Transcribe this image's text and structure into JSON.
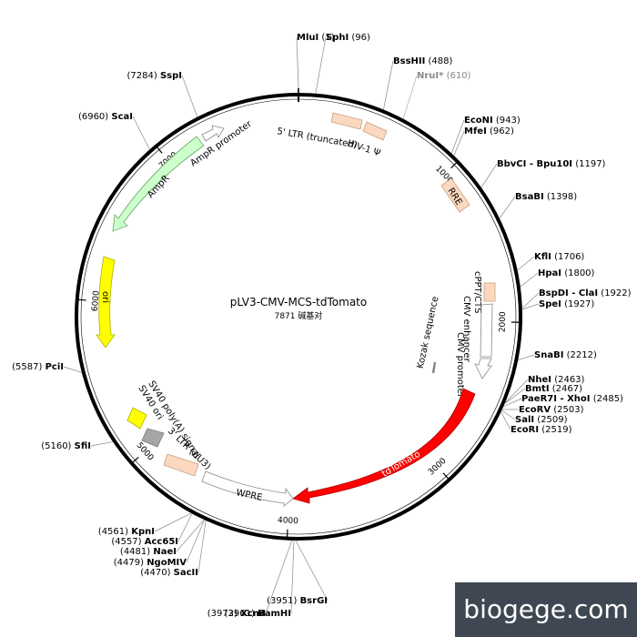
{
  "plasmid": {
    "name": "pLV3-CMV-MCS-tdTomato",
    "size_text": "7871 碱基对",
    "length": 7871
  },
  "ticks": [
    {
      "pos": 1000,
      "label": "1000"
    },
    {
      "pos": 2000,
      "label": "2000"
    },
    {
      "pos": 3000,
      "label": "3000"
    },
    {
      "pos": 4000,
      "label": "4000"
    },
    {
      "pos": 5000,
      "label": "5000"
    },
    {
      "pos": 6000,
      "label": "6000"
    },
    {
      "pos": 7000,
      "label": "7000"
    }
  ],
  "sites": [
    {
      "name": "MluI",
      "pos_text": "(1)",
      "pos": 1,
      "color": "#000000"
    },
    {
      "name": "SphI",
      "pos_text": "(96)",
      "pos": 96,
      "color": "#000000"
    },
    {
      "name": "BssHII",
      "pos_text": "(488)",
      "pos": 488,
      "color": "#000000"
    },
    {
      "name": "NruI*",
      "pos_text": "(610)",
      "pos": 610,
      "color": "#888888"
    },
    {
      "name": "EcoNI",
      "pos_text": "(943)",
      "pos": 943,
      "color": "#000000"
    },
    {
      "name": "MfeI",
      "pos_text": "(962)",
      "pos": 962,
      "color": "#000000"
    },
    {
      "name": "BbvCI - Bpu10I",
      "pos_text": "(1197)",
      "pos": 1197,
      "color": "#000000"
    },
    {
      "name": "BsaBI",
      "pos_text": "(1398)",
      "pos": 1398,
      "color": "#000000"
    },
    {
      "name": "KflI",
      "pos_text": "(1706)",
      "pos": 1706,
      "color": "#000000"
    },
    {
      "name": "HpaI",
      "pos_text": "(1800)",
      "pos": 1800,
      "color": "#000000"
    },
    {
      "name": "BspDI - ClaI",
      "pos_text": "(1922)",
      "pos": 1922,
      "color": "#000000"
    },
    {
      "name": "SpeI",
      "pos_text": "(1927)",
      "pos": 1927,
      "color": "#000000"
    },
    {
      "name": "SnaBI",
      "pos_text": "(2212)",
      "pos": 2212,
      "color": "#000000"
    },
    {
      "name": "NheI",
      "pos_text": "(2463)",
      "pos": 2463,
      "color": "#000000"
    },
    {
      "name": "BmtI",
      "pos_text": "(2467)",
      "pos": 2467,
      "color": "#000000"
    },
    {
      "name": "PaeR7I - XhoI",
      "pos_text": "(2485)",
      "pos": 2485,
      "color": "#000000"
    },
    {
      "name": "EcoRV",
      "pos_text": "(2503)",
      "pos": 2503,
      "color": "#000000"
    },
    {
      "name": "SalI",
      "pos_text": "(2509)",
      "pos": 2509,
      "color": "#000000"
    },
    {
      "name": "EcoRI",
      "pos_text": "(2519)",
      "pos": 2519,
      "color": "#000000"
    },
    {
      "name": "BsrGI",
      "pos_text": "(3951)",
      "pos": 3951,
      "color": "#000000"
    },
    {
      "name": "BamHI",
      "pos_text": "(3961)",
      "pos": 3961,
      "color": "#000000"
    },
    {
      "name": "XcmI",
      "pos_text": "(3972)",
      "pos": 3972,
      "color": "#000000"
    },
    {
      "name": "SacII",
      "pos_text": "(4470)",
      "pos": 4470,
      "color": "#000000"
    },
    {
      "name": "NgoMIV",
      "pos_text": "(4479)",
      "pos": 4479,
      "color": "#000000"
    },
    {
      "name": "NaeI",
      "pos_text": "(4481)",
      "pos": 4481,
      "color": "#000000"
    },
    {
      "name": "Acc65I",
      "pos_text": "(4557)",
      "pos": 4557,
      "color": "#000000"
    },
    {
      "name": "KpnI",
      "pos_text": "(4561)",
      "pos": 4561,
      "color": "#000000"
    },
    {
      "name": "SfiI",
      "pos_text": "(5160)",
      "pos": 5160,
      "color": "#000000"
    },
    {
      "name": "PciI",
      "pos_text": "(5587)",
      "pos": 5587,
      "color": "#000000"
    },
    {
      "name": "ScaI",
      "pos_text": "(6960)",
      "pos": 6960,
      "color": "#000000"
    },
    {
      "name": "SspI",
      "pos_text": "(7284)",
      "pos": 7284,
      "color": "#000000"
    }
  ],
  "features": [
    {
      "name": "5' LTR (truncated)",
      "color": "#fbd8bf"
    },
    {
      "name": "HIV-1 Ψ",
      "color": "#fbd8bf"
    },
    {
      "name": "RRE",
      "color": "#fbd8bf"
    },
    {
      "name": "cPPT/CTS",
      "color": "#fbd8bf"
    },
    {
      "name": "CMV enhancer",
      "color": "#ffffff"
    },
    {
      "name": "CMV promoter",
      "color": "#ffffff"
    },
    {
      "name": "Kozak sequence",
      "color": "#ffffff"
    },
    {
      "name": "tdTomato",
      "color": "#ff0000"
    },
    {
      "name": "WPRE",
      "color": "#ffffff"
    },
    {
      "name": "3' LTR (ΔU3)",
      "color": "#fbd8bf"
    },
    {
      "name": "SV40 ori",
      "color": "#a6a6a6"
    },
    {
      "name": "SV40 poly(A) signal",
      "color": "#ffff00"
    },
    {
      "name": "ori",
      "color": "#ffff00"
    },
    {
      "name": "AmpR",
      "color": "#ccffcc"
    },
    {
      "name": "AmpR promoter",
      "color": "#ffffff"
    }
  ],
  "watermark": "biogege.com"
}
